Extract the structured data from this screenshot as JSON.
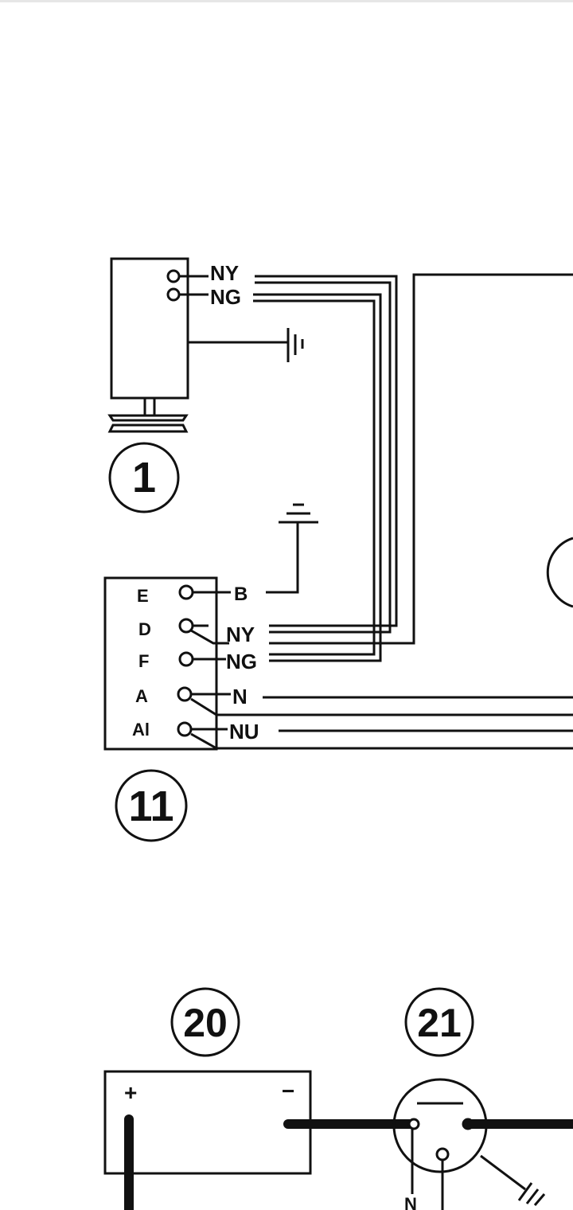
{
  "components": {
    "generator": {
      "number": "1",
      "wires": [
        "NY",
        "NG"
      ]
    },
    "regulator": {
      "number": "11",
      "terminals": [
        "E",
        "D",
        "F",
        "A",
        "Al"
      ],
      "wires": [
        "B",
        "NY",
        "NG",
        "N",
        "NU"
      ]
    },
    "battery": {
      "number": "20",
      "plus": "+",
      "minus": "−"
    },
    "switch": {
      "number": "21",
      "wire": "N"
    }
  },
  "colors": {
    "ink": "#111111",
    "paper": "#ffffff"
  }
}
